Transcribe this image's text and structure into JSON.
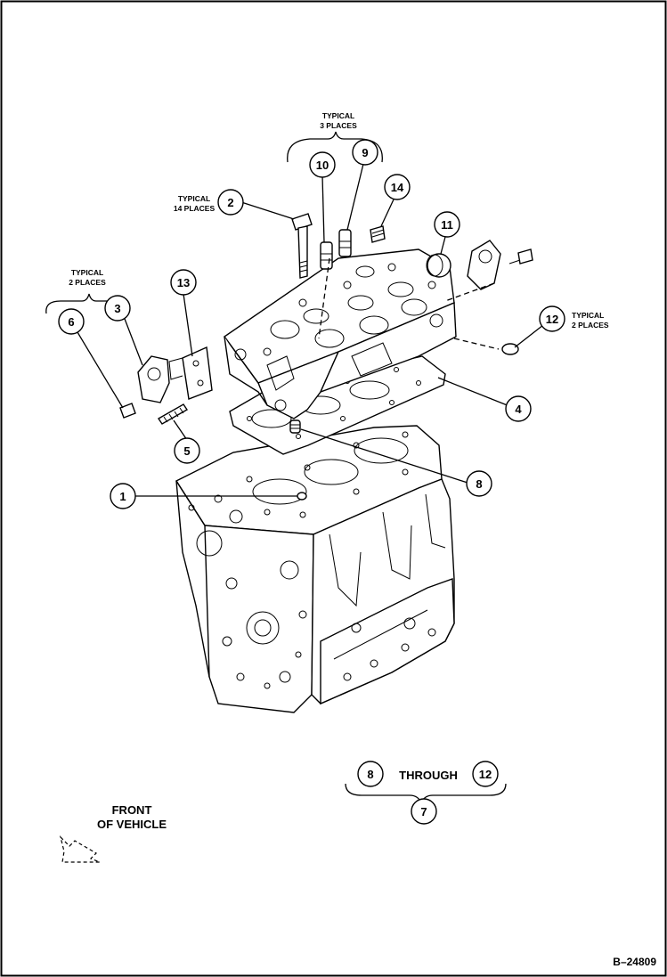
{
  "callouts": [
    {
      "id": "c1",
      "number": "1"
    },
    {
      "id": "c2",
      "number": "2"
    },
    {
      "id": "c3",
      "number": "3"
    },
    {
      "id": "c4",
      "number": "4"
    },
    {
      "id": "c5",
      "number": "5"
    },
    {
      "id": "c6",
      "number": "6"
    },
    {
      "id": "c7",
      "number": "7"
    },
    {
      "id": "c8",
      "number": "8"
    },
    {
      "id": "c9",
      "number": "9"
    },
    {
      "id": "c10",
      "number": "10"
    },
    {
      "id": "c11",
      "number": "11"
    },
    {
      "id": "c12",
      "number": "12"
    },
    {
      "id": "c13",
      "number": "13"
    },
    {
      "id": "c14",
      "number": "14"
    }
  ],
  "notes": {
    "typical_3_line1": "TYPICAL",
    "typical_3_line2": "3 PLACES",
    "typical_14_line1": "TYPICAL",
    "typical_14_line2": "14 PLACES",
    "typical_2a_line1": "TYPICAL",
    "typical_2a_line2": "2 PLACES",
    "typical_2b_line1": "TYPICAL",
    "typical_2b_line2": "2 PLACES"
  },
  "kit": {
    "from": "8",
    "word": "THROUGH",
    "to": "12",
    "result": "7"
  },
  "orientation": {
    "line1": "FRONT",
    "line2": "OF VEHICLE"
  },
  "figure_id": "B–24809",
  "colors": {
    "ink": "#000000",
    "paper": "#ffffff"
  }
}
